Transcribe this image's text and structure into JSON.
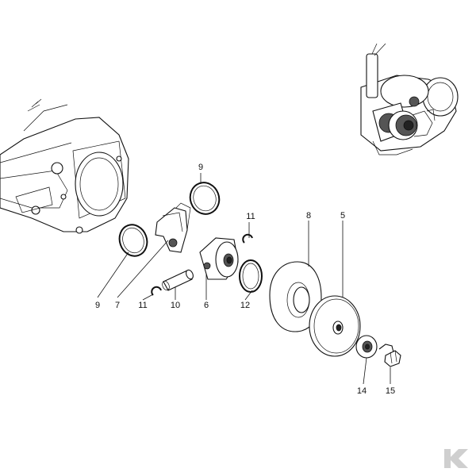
{
  "callouts": [
    {
      "id": "9"
    },
    {
      "id": "7"
    },
    {
      "id": "11"
    },
    {
      "id": "10"
    },
    {
      "id": "6"
    },
    {
      "id": "12"
    },
    {
      "id": "8"
    },
    {
      "id": "5"
    },
    {
      "id": "14"
    },
    {
      "id": "15"
    },
    {
      "id": "9"
    },
    {
      "id": "11"
    }
  ],
  "colors": {
    "line": "#111111",
    "background": "#ffffff",
    "watermark": "#cfcfcf"
  }
}
